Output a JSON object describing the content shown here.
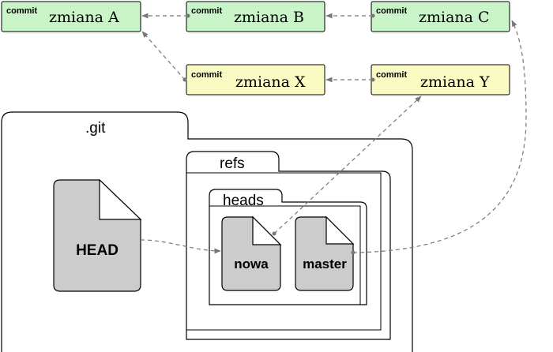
{
  "commits": {
    "A": {
      "tag": "commit",
      "name": "zmiana A",
      "fill": "#c9f5c9"
    },
    "B": {
      "tag": "commit",
      "name": "zmiana B",
      "fill": "#c9f5c9"
    },
    "C": {
      "tag": "commit",
      "name": "zmiana C",
      "fill": "#c9f5c9"
    },
    "X": {
      "tag": "commit",
      "name": "zmiana X",
      "fill": "#fbfbc4"
    },
    "Y": {
      "tag": "commit",
      "name": "zmiana Y",
      "fill": "#fbfbc4"
    }
  },
  "folders": {
    "git": ".git",
    "refs": "refs",
    "heads": "heads"
  },
  "files": {
    "head": "HEAD",
    "nowa": "nowa",
    "master": "master"
  },
  "colors": {
    "file_fill": "#cccccc",
    "arrow": "#777777",
    "border": "#000000"
  }
}
